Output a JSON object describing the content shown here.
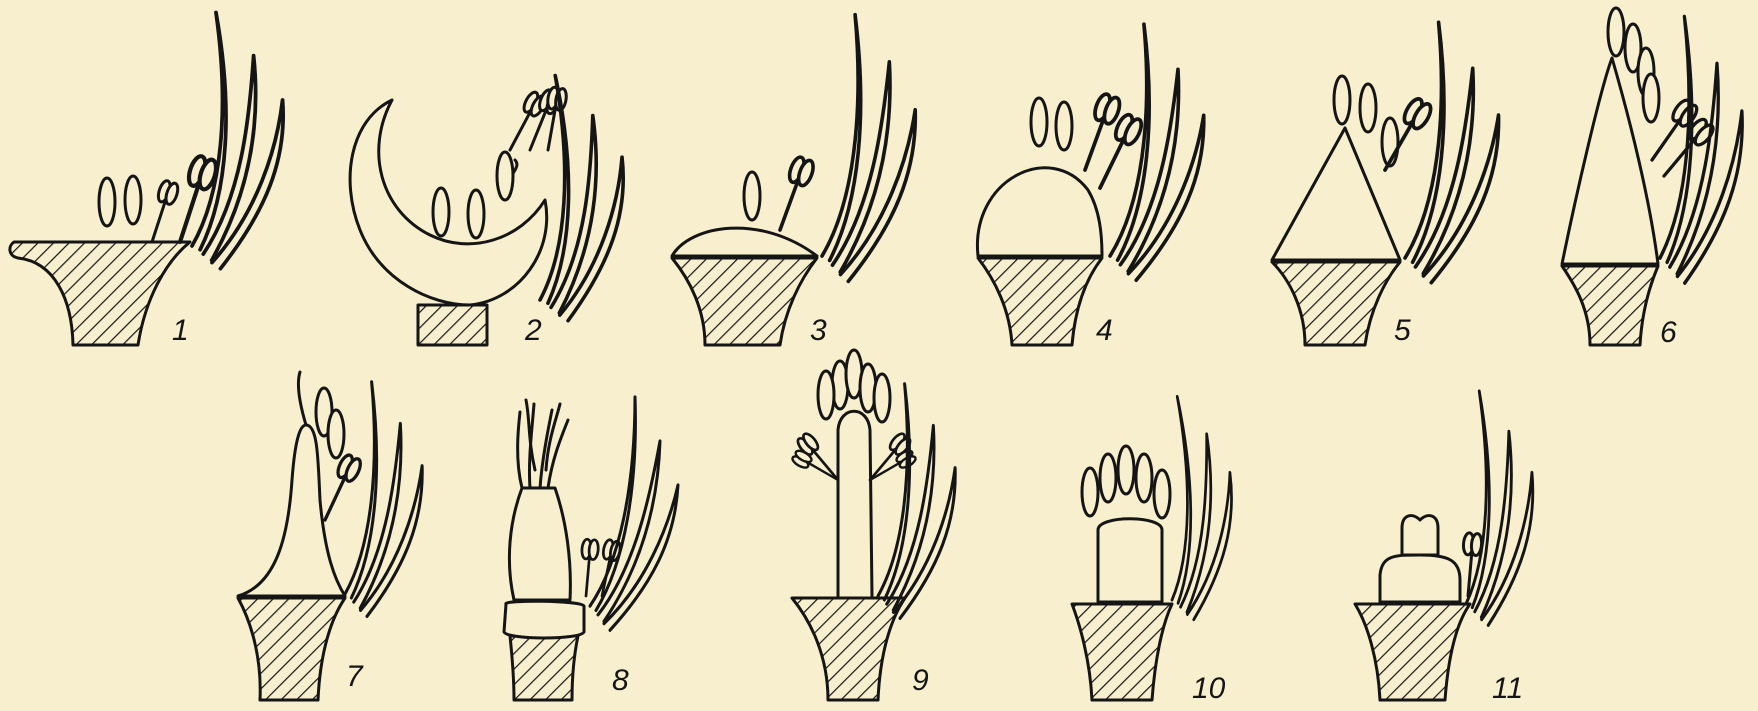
{
  "figures": [
    {
      "id": "1",
      "label": "1"
    },
    {
      "id": "2",
      "label": "2"
    },
    {
      "id": "3",
      "label": "3"
    },
    {
      "id": "4",
      "label": "4"
    },
    {
      "id": "5",
      "label": "5"
    },
    {
      "id": "6",
      "label": "6"
    },
    {
      "id": "7",
      "label": "7"
    },
    {
      "id": "8",
      "label": "8"
    },
    {
      "id": "9",
      "label": "9"
    },
    {
      "id": "10",
      "label": "10"
    },
    {
      "id": "11",
      "label": "11"
    }
  ],
  "colors": {
    "background": "#f8efcf",
    "ink": "#151515"
  }
}
